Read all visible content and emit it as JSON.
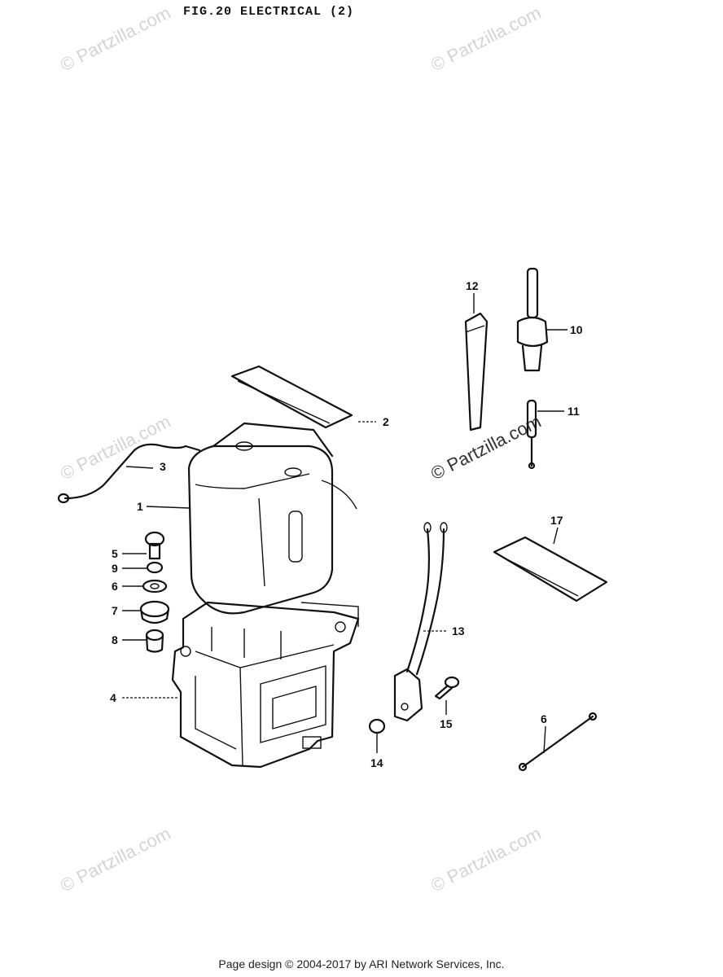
{
  "header": {
    "title": "FIG.20  ELECTRICAL (2)"
  },
  "watermark": {
    "text": "© Partzilla.com"
  },
  "footer": {
    "text": "Page design © 2004-2017 by ARI Network Services, Inc."
  },
  "callouts": {
    "c1": "1",
    "c2": "2",
    "c3": "3",
    "c4": "4",
    "c5": "5",
    "c6a": "6",
    "c6b": "6",
    "c7": "7",
    "c8": "8",
    "c9": "9",
    "c10": "10",
    "c11": "11",
    "c12": "12",
    "c13": "13",
    "c14": "14",
    "c15": "15",
    "c17": "17"
  }
}
